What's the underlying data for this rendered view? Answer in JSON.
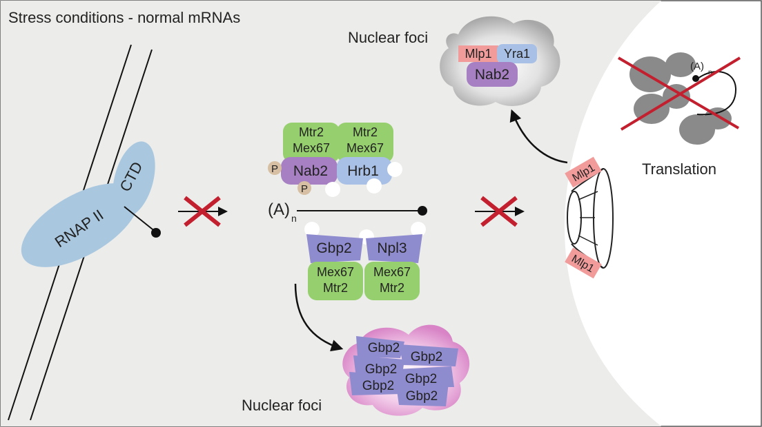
{
  "title": "Stress conditions - normal mRNAs",
  "labels": {
    "nuclear_foci_top": "Nuclear foci",
    "nuclear_foci_bottom": "Nuclear foci",
    "translation": "Translation",
    "rnap": "RNAP II",
    "ctd": "CTD",
    "polya_main": "(A)",
    "polya_main_sub": "n",
    "polya_small": "(A)",
    "polya_small_sub": "n",
    "phospho": "P"
  },
  "proteins": {
    "mtr2": "Mtr2",
    "mex67": "Mex67",
    "nab2": "Nab2",
    "hrb1": "Hrb1",
    "gbp2": "Gbp2",
    "npl3": "Npl3",
    "mlp1": "Mlp1",
    "yra1": "Yra1"
  },
  "foci_gbp2": [
    "Gbp2",
    "Gbp2",
    "Gbp2",
    "Gbp2",
    "Gbp2",
    "Gbp2"
  ],
  "colors": {
    "nucleus_bg": "#ececea",
    "rnap_blue": "#a9c8e0",
    "mex67_green": "#96cf6d",
    "nab2_purple": "#a680c2",
    "hrb1_blue": "#a9c0e6",
    "gbp2_violet": "#8f8bcf",
    "mlp1_red": "#f19b9b",
    "phospho_tan": "#d6bfa2",
    "cross_red": "#c3202f",
    "ribosome_gray": "#8a8a8a",
    "foci_pink": "#e7a6d6"
  }
}
